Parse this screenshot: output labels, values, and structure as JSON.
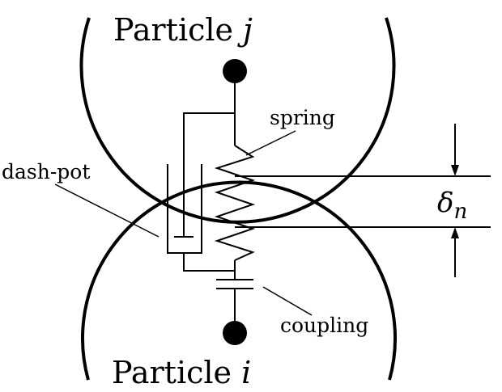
{
  "labels": {
    "particle_j": {
      "word": "Particle",
      "symbol": "j"
    },
    "particle_i": {
      "word": "Particle",
      "symbol": "i"
    },
    "spring": "spring",
    "dashpot": "dash-pot",
    "coupling": "coupling",
    "overlap": {
      "symbol": "δ",
      "subscript": "n"
    }
  },
  "colors": {
    "stroke": "#000000",
    "background": "#ffffff"
  }
}
